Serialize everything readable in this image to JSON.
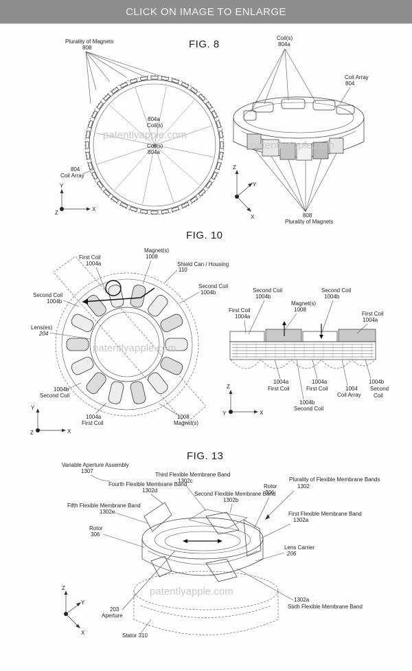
{
  "banner": {
    "label": "CLICK ON IMAGE TO ENLARGE"
  },
  "watermark": "patentlyapple.com",
  "fig8": {
    "title": "FIG. 8",
    "magnets_label": "Plurality of Magnets",
    "magnets_ref": "808",
    "coil_ref_a": "804a",
    "coil_label_a": "Coil(s)",
    "coil_label_b": "Coil(s)",
    "coil_ref_b": "804a",
    "coil_array_ref_left": "804",
    "coil_array_label_left": "Coil Array",
    "coils_right_label": "Coil(s)",
    "coils_right_ref": "804a",
    "coil_array_right_label": "Coil Array",
    "coil_array_right_ref": "804",
    "magnets_bottom_ref": "808",
    "magnets_bottom_label": "Plurality of Magnets",
    "axes_left": {
      "z": "Z",
      "x": "X",
      "y": "Y"
    },
    "axes_right": {
      "z": "Z",
      "y": "Y",
      "x": "X"
    }
  },
  "fig10": {
    "title": "FIG. 10",
    "first_coil_label": "First Coil",
    "first_coil_ref": "1004a",
    "magnets_label": "Magnet(s)",
    "magnets_ref": "1008",
    "shield_label": "Shield Can / Housing",
    "shield_ref": "110",
    "second_coil_label": "Second Coil",
    "second_coil_ref": "1004b",
    "second_coil_left_label": "Second Coil",
    "second_coil_left_ref": "1004b",
    "lens_label": "Lens(es)",
    "lens_ref": "204",
    "bl_ref": "1004b",
    "bl_label": "Second Coil",
    "bm_ref": "1004a",
    "bm_label": "First Coil",
    "br_ref": "1008",
    "br_label": "Magnet(s)",
    "r_second_coil_l_label": "Second Coil",
    "r_second_coil_l_ref": "1004b",
    "r_second_coil_r_label": "Second Coil",
    "r_second_coil_r_ref": "1004b",
    "r_magnets_label": "Magnet(s)",
    "r_magnets_ref": "1008",
    "r_first_coil_l_label": "First Coil",
    "r_first_coil_l_ref": "1004a",
    "r_first_coil_r_label": "First Coil",
    "r_first_coil_r_ref": "1004a",
    "r_b1_ref": "1004a",
    "r_b1_label": "First Coil",
    "r_b2_ref": "1004a",
    "r_b2_label": "First Coil",
    "r_b3_ref": "1004b",
    "r_b3_label": "Second Coil",
    "r_b4_ref": "1004",
    "r_b4_label": "Coil Array",
    "r_b5_ref": "1004b",
    "r_b5_label": "Second",
    "r_b5_label2": "Coil",
    "axes_left": {
      "y": "Y",
      "z": "Z",
      "x": "X"
    },
    "axes_right": {
      "z": "Z",
      "y": "Y",
      "x": "X"
    }
  },
  "fig13": {
    "title": "FIG. 13",
    "vaa_label": "Variable Aperture Assembly",
    "vaa_ref": "1307",
    "third_label": "Third Flexible Membrane Band",
    "third_ref": "1302c",
    "fourth_label": "Fourth Flexible Membrane Band",
    "fourth_ref": "1302d",
    "plural_label": "Plurality of Flexible Membrane Bands",
    "plural_ref": "1302",
    "second_label": "Second Flexible Membrane Band",
    "second_ref": "1302b",
    "rotor_right_label": "Rotor",
    "rotor_right_ref": "306",
    "fifth_label": "Fifth Flexible Membrane Band",
    "fifth_ref": "1302e",
    "first_label": "First Flexible Membrane Band",
    "first_ref": "1302a",
    "rotor_left_label": "Rotor",
    "rotor_left_ref": "306",
    "lens_carrier_label": "Lens Carrier",
    "lens_carrier_ref": "206",
    "sixth_ref": "1302a",
    "sixth_label": "Sixth Flexible Membrane Band",
    "aperture_ref": "203",
    "aperture_label": "Aperture",
    "stator_label": "Stator 310",
    "axes": {
      "z": "Z",
      "y": "Y",
      "x": "X"
    }
  }
}
